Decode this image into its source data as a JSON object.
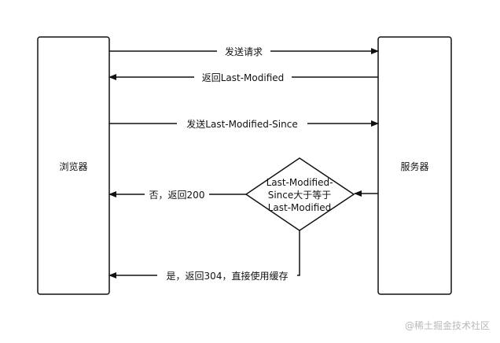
{
  "nodes": {
    "browser": {
      "label": "浏览器"
    },
    "server": {
      "label": "服务器"
    },
    "decision": {
      "lines": [
        "Last-Modified-",
        "Since大于等于",
        "Last-Modified"
      ]
    }
  },
  "edges": {
    "send_request": {
      "label": "发送请求"
    },
    "return_last_modified": {
      "label": "返回Last-Modified"
    },
    "send_if_modified_since": {
      "label": "发送Last-Modified-Since"
    },
    "no_return_200": {
      "label": "否，返回200"
    },
    "yes_return_304": {
      "label": "是，返回304，直接使用缓存"
    }
  },
  "watermark": {
    "text": "@稀土掘金技术社区"
  }
}
